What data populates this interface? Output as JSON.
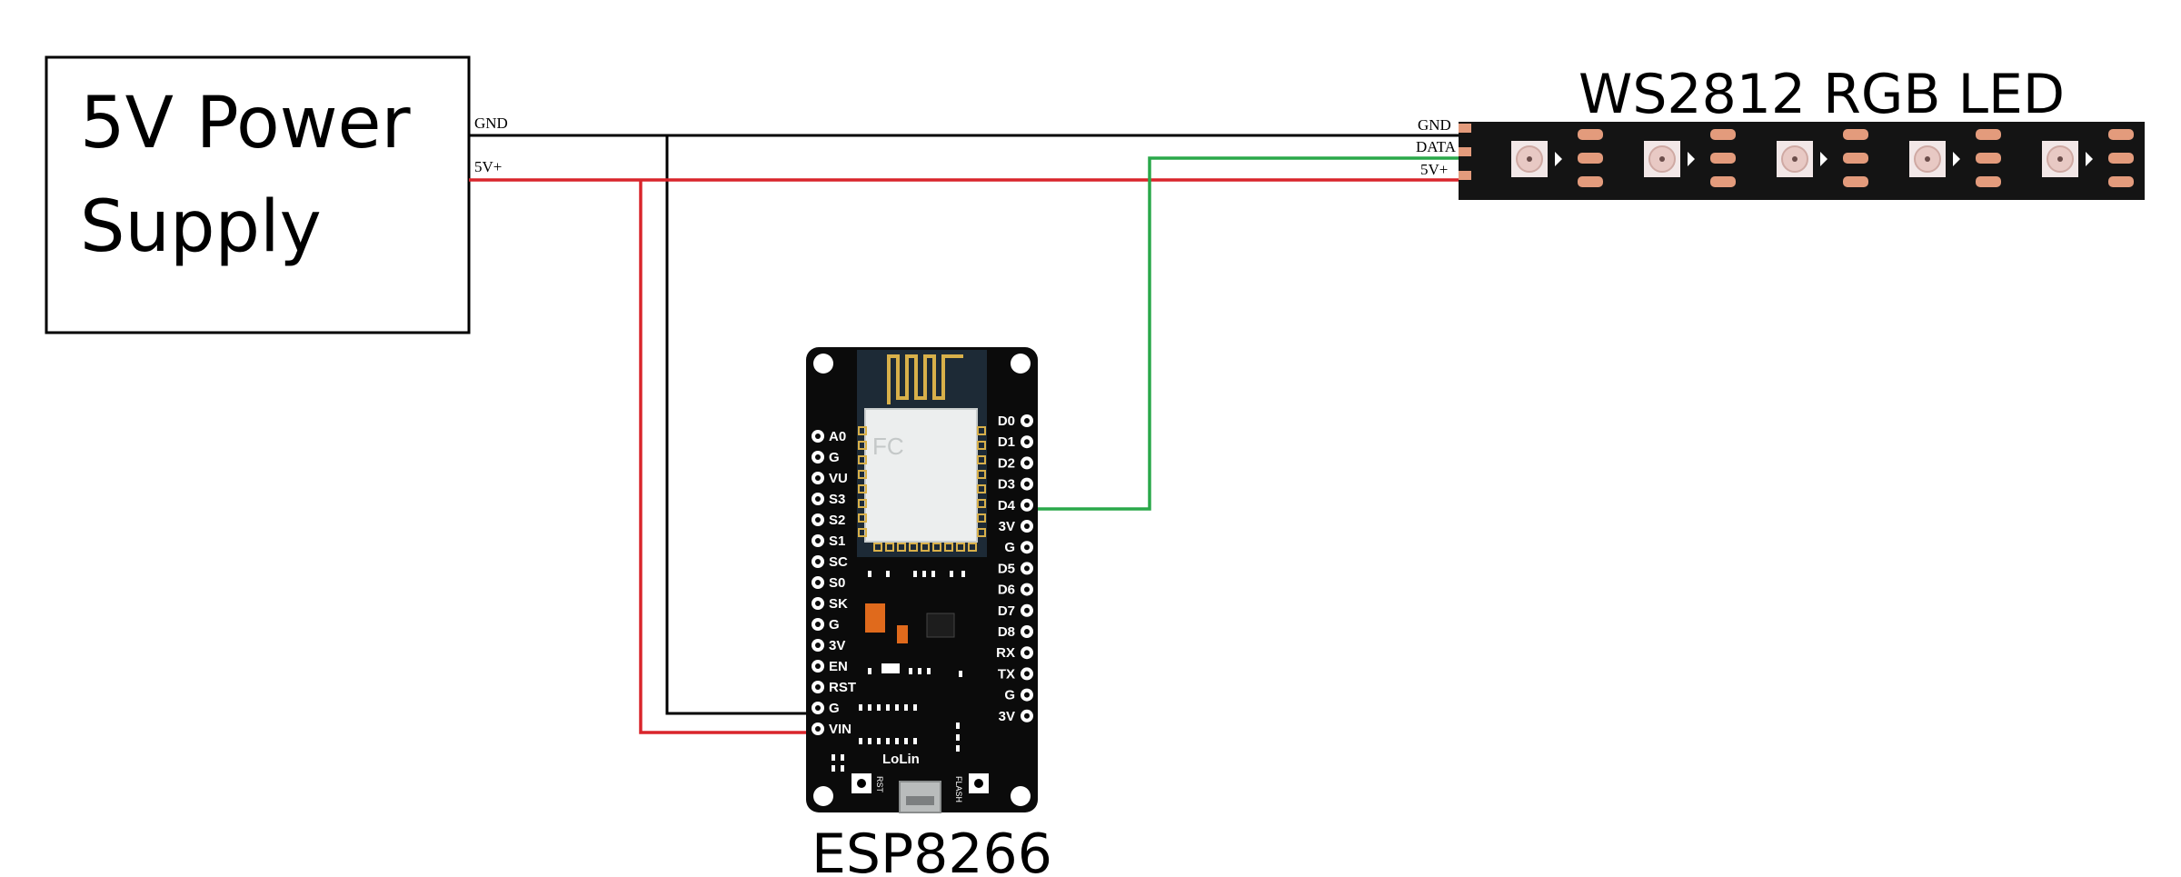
{
  "power_supply": {
    "title_line1": "5V Power",
    "title_line2": "Supply",
    "gnd_label": "GND",
    "v5_label": "5V+"
  },
  "led_strip": {
    "title": "WS2812 RGB LED",
    "gnd_label": "GND",
    "data_label": "DATA",
    "v5_label": "5V+"
  },
  "board": {
    "caption": "ESP8266",
    "brand": "LoLin",
    "left_pins": [
      "A0",
      "G",
      "VU",
      "S3",
      "S2",
      "S1",
      "SC",
      "S0",
      "SK",
      "G",
      "3V",
      "EN",
      "RST",
      "G",
      "VIN"
    ],
    "right_pins": [
      "D0",
      "D1",
      "D2",
      "D3",
      "D4",
      "3V",
      "G",
      "D5",
      "D6",
      "D7",
      "D8",
      "RX",
      "TX",
      "G",
      "3V"
    ],
    "rst_button": "RST",
    "flash_button": "FLASH"
  },
  "wire_colors": {
    "gnd": "#000000",
    "power": "#d9252b",
    "data": "#2aa84a"
  }
}
